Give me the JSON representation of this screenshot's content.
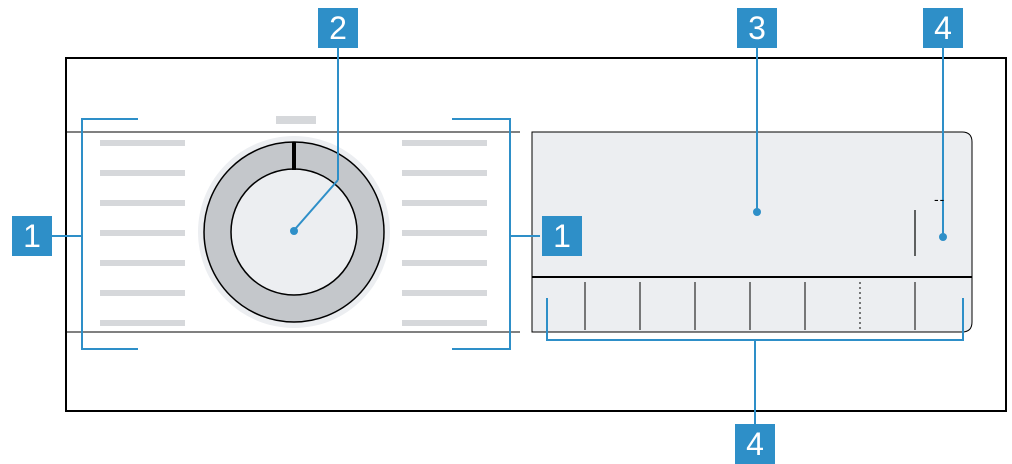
{
  "callouts": [
    {
      "id": "program-list-left",
      "label": "1"
    },
    {
      "id": "program-selector",
      "label": "2"
    },
    {
      "id": "display",
      "label": "3"
    },
    {
      "id": "touch-fields-top",
      "label": "4"
    },
    {
      "id": "program-list-right",
      "label": "1"
    },
    {
      "id": "touch-fields-bottom",
      "label": "4"
    }
  ],
  "display": {
    "symbol": "--"
  },
  "colors": {
    "callout_bg": "#2e8fc8",
    "callout_line": "#2e8fc8",
    "ring": "#c4c7cb",
    "display_bg": "#eceef1",
    "program_line": "#d6d8db",
    "outline": "#000000"
  }
}
